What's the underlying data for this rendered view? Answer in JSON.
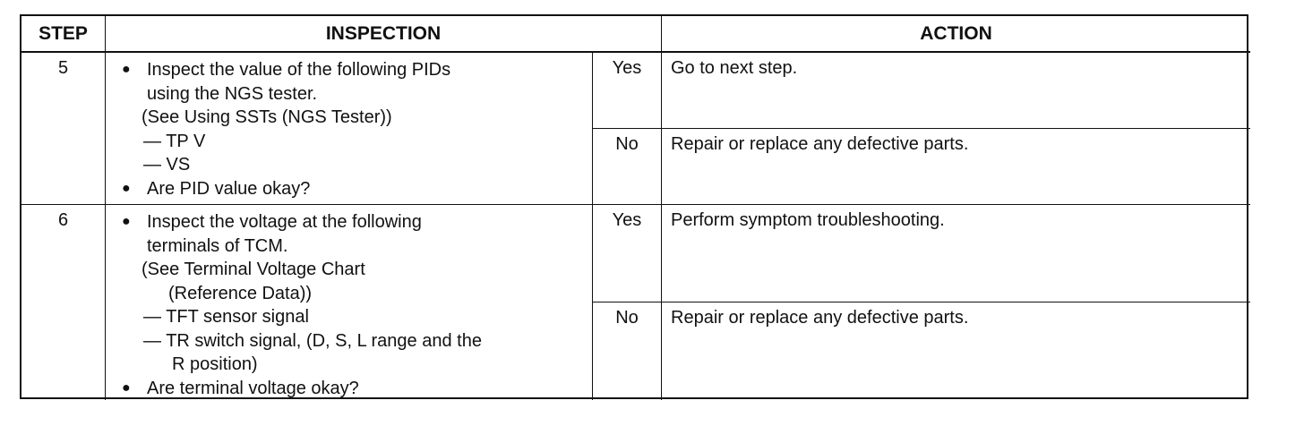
{
  "headers": {
    "step": "STEP",
    "inspection": "INSPECTION",
    "action": "ACTION"
  },
  "rows": [
    {
      "step": "5",
      "inspection": {
        "b1_l1": "Inspect the value of the following PIDs",
        "b1_l2": "using the NGS tester.",
        "paren": "(See Using SSTs (NGS Tester))",
        "d1": "— TP V",
        "d2": "— VS",
        "b2": "Are PID value okay?"
      },
      "yes_label": "Yes",
      "yes_action": "Go to next step.",
      "no_label": "No",
      "no_action": "Repair or replace any defective parts."
    },
    {
      "step": "6",
      "inspection": {
        "b1_l1": "Inspect the voltage at the following",
        "b1_l2": "terminals of TCM.",
        "paren_l1": "(See Terminal Voltage Chart",
        "paren_l2": "(Reference Data))",
        "d1": "— TFT sensor signal",
        "d2_l1": "— TR switch signal, (D, S, L range and the",
        "d2_l2": "R position)",
        "b2": "Are terminal voltage okay?"
      },
      "yes_label": "Yes",
      "yes_action": "Perform symptom troubleshooting.",
      "no_label": "No",
      "no_action": "Repair or replace any defective parts."
    }
  ]
}
